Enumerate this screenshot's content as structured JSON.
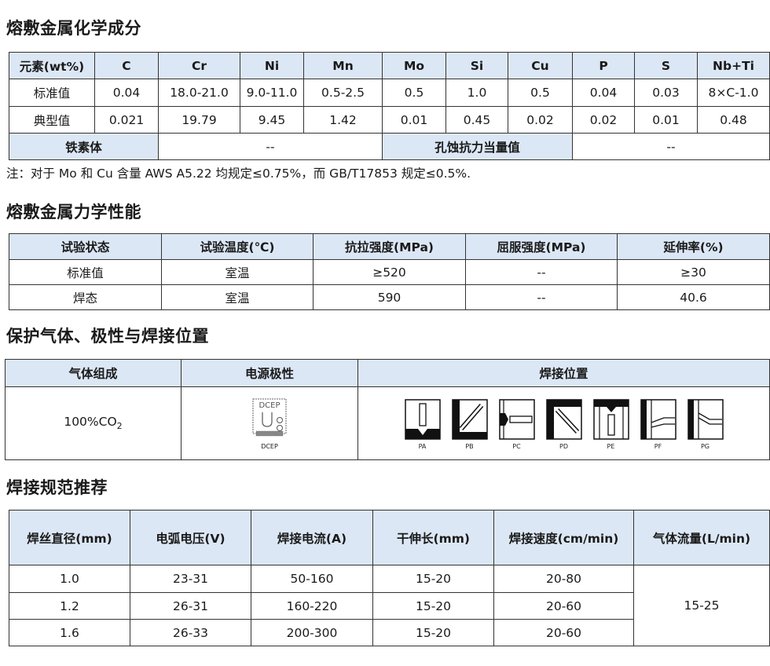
{
  "chem": {
    "title": "熔敷金属化学成分",
    "headers": [
      "元素(wt%)",
      "C",
      "Cr",
      "Ni",
      "Mn",
      "Mo",
      "Si",
      "Cu",
      "P",
      "S",
      "Nb+Ti"
    ],
    "rows": [
      [
        "标准值",
        "0.04",
        "18.0-21.0",
        "9.0-11.0",
        "0.5-2.5",
        "0.5",
        "1.0",
        "0.5",
        "0.04",
        "0.03",
        "8×C-1.0"
      ],
      [
        "典型值",
        "0.021",
        "19.79",
        "9.45",
        "1.42",
        "0.01",
        "0.45",
        "0.02",
        "0.02",
        "0.01",
        "0.48"
      ]
    ],
    "ferrite_label": "铁素体",
    "ferrite_value": "--",
    "pitting_label": "孔蚀抗力当量值",
    "pitting_value": "--",
    "note": "注：对于 Mo 和 Cu 含量 AWS A5.22 均规定≤0.75%，而 GB/T17853 规定≤0.5%."
  },
  "mech": {
    "title": "熔敷金属力学性能",
    "headers": [
      "试验状态",
      "试验温度(℃)",
      "抗拉强度(MPa)",
      "屈服强度(MPa)",
      "延伸率(%)"
    ],
    "rows": [
      [
        "标准值",
        "室温",
        "≥520",
        "--",
        "≥30"
      ],
      [
        "焊态",
        "室温",
        "590",
        "--",
        "40.6"
      ]
    ]
  },
  "gas": {
    "title": "保护气体、极性与焊接位置",
    "headers": [
      "气体组成",
      "电源极性",
      "焊接位置"
    ],
    "gas_value_main": "100%CO",
    "gas_value_sub": "2",
    "polarity_sign": "DCEP",
    "polarity_label": "DCEP",
    "positions": [
      "PA",
      "PB",
      "PC",
      "PD",
      "PE",
      "PF",
      "PG"
    ]
  },
  "params": {
    "title": "焊接规范推荐",
    "headers": [
      "焊丝直径(mm)",
      "电弧电压(V)",
      "焊接电流(A)",
      "干伸长(mm)",
      "焊接速度(cm/min)",
      "气体流量(L/min)"
    ],
    "rows": [
      [
        "1.0",
        "23-31",
        "50-160",
        "15-20",
        "20-80"
      ],
      [
        "1.2",
        "26-31",
        "160-220",
        "15-20",
        "20-60"
      ],
      [
        "1.6",
        "26-33",
        "200-300",
        "15-20",
        "20-60"
      ]
    ],
    "gas_flow": "15-25"
  }
}
